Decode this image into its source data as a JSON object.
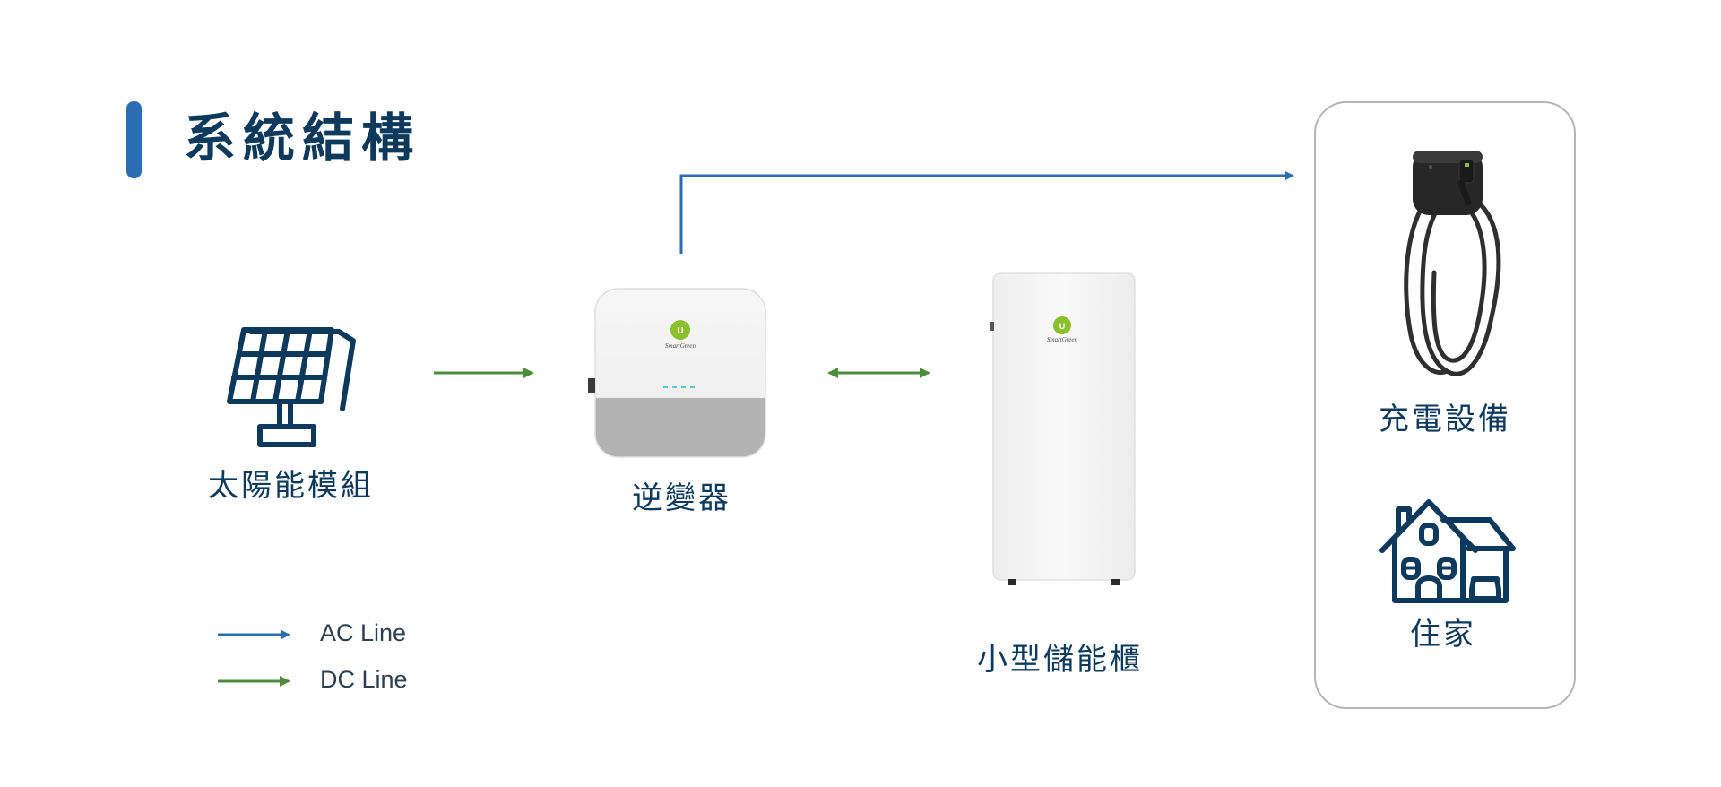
{
  "title": "系統結構",
  "nodes": {
    "solar": {
      "label": "太陽能模組",
      "icon": "solar-panel-icon"
    },
    "inverter": {
      "label": "逆變器",
      "brand": "SmartGreen",
      "icon": "inverter-icon"
    },
    "storage": {
      "label": "小型儲能櫃",
      "brand": "SmartGreen",
      "icon": "storage-cabinet-icon"
    },
    "charger": {
      "label": "充電設備",
      "icon": "ev-charger-icon"
    },
    "home": {
      "label": "住家",
      "icon": "house-icon"
    }
  },
  "legend": {
    "ac": "AC Line",
    "dc": "DC Line"
  },
  "colors": {
    "ac_line": "#2a6db0",
    "dc_line": "#4d8c3a",
    "text": "#0d3a5c"
  }
}
